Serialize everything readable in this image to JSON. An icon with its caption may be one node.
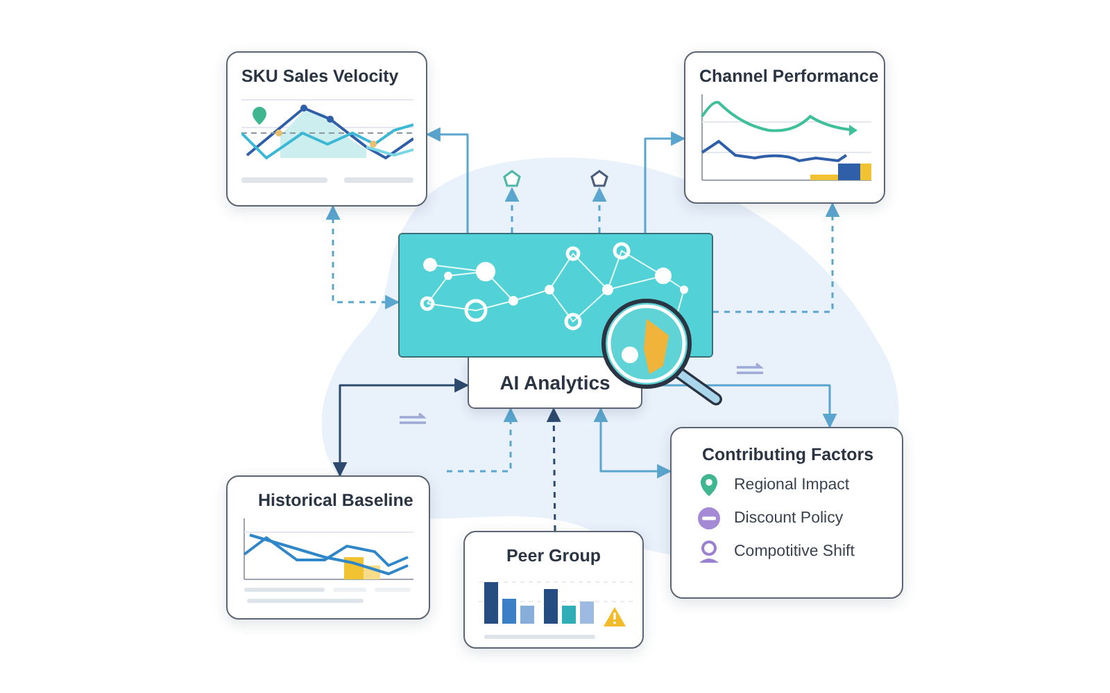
{
  "diagram": {
    "nodes": [
      {
        "text": [
          "SKU Sales Velocity"
        ]
      },
      {
        "text": [
          "Channel Performance"
        ]
      },
      {
        "text": [
          "AI Analytics"
        ]
      },
      {
        "text": [],
        "shape": "picture"
      },
      {
        "text": [
          "Historical Baseline"
        ]
      },
      {
        "text": [
          "Peer Group"
        ]
      },
      {
        "text": [
          "Contributing Factors",
          "Regional Impact",
          "Discount Policy",
          "Compotitive Shift"
        ]
      },
      {
        "text": [],
        "shape": "pentagon"
      },
      {
        "text": [],
        "shape": "pentagon"
      }
    ],
    "edges": [
      {
        "from": 3,
        "to": 0,
        "arrow": "to"
      },
      {
        "from": 3,
        "to": 1,
        "arrow": "to"
      },
      {
        "from": 0,
        "to": 3,
        "arrow": "both",
        "style": "dashed"
      },
      {
        "from": 3,
        "to": 1,
        "arrow": "to",
        "style": "dashed"
      },
      {
        "from": 4,
        "to": 2,
        "arrow": "both",
        "color": "#2d4a6e"
      },
      {
        "from": null,
        "to": 2,
        "arrow": "to",
        "style": "dashed"
      },
      {
        "from": 5,
        "to": 2,
        "arrow": "to",
        "style": "dashed",
        "color": "#2d4a6e"
      },
      {
        "from": 2,
        "to": 6,
        "arrow": "both"
      },
      {
        "from": 2,
        "to": 6,
        "arrow": "to"
      },
      {
        "from": 3,
        "to": 7,
        "arrow": "to",
        "style": "dashed"
      },
      {
        "from": 3,
        "to": 8,
        "arrow": "to",
        "style": "dashed"
      }
    ]
  }
}
